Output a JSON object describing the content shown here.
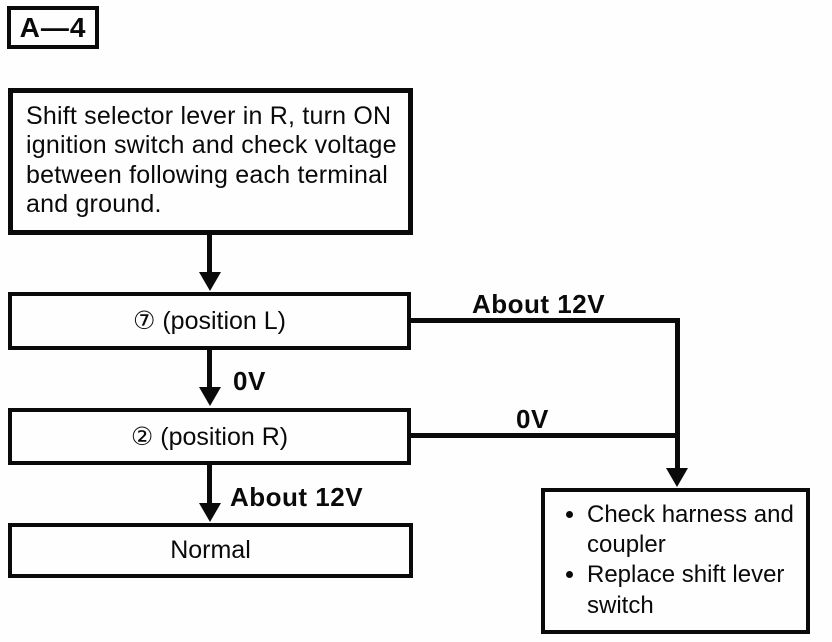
{
  "diagram": {
    "id_label": "A—4",
    "nodes": {
      "start": "Shift selector lever in R, turn ON ignition switch and check voltage between following each terminal and ground.",
      "terminal7": "⑦ (position L)",
      "terminal2": "② (position R)",
      "normal": "Normal",
      "action_items": [
        "Check harness and coupler",
        "Replace shift lever switch"
      ]
    },
    "edge_labels": {
      "terminal7_to_action": "About 12V",
      "terminal7_to_terminal2": "0V",
      "terminal2_to_action": "0V",
      "terminal2_to_normal": "About 12V"
    },
    "colors": {
      "ink": "#0a0a0a",
      "paper": "#fefefe"
    }
  }
}
